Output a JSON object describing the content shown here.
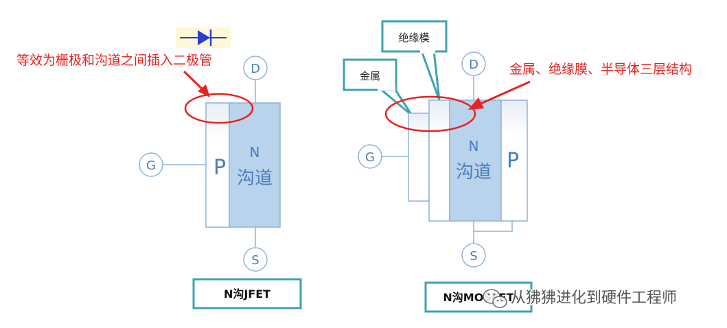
{
  "jfet": {
    "annotation": "等效为栅极和沟道之间插入二极管",
    "p_label": "P",
    "n_label": "N",
    "channel_label": "沟道",
    "terminal_d": "D",
    "terminal_g": "G",
    "terminal_s": "S",
    "caption": "N沟JFET"
  },
  "mosfet": {
    "callout_metal": "金属",
    "callout_insulator": "绝缘模",
    "annotation": "金属、绝缘膜、半导体三层结构",
    "n_label": "N",
    "channel_label": "沟道",
    "p_label": "P",
    "terminal_d": "D",
    "terminal_g": "G",
    "terminal_s": "S",
    "caption": "N沟MOSFET"
  },
  "watermark": "从狒狒进化到硬件工程师",
  "colors": {
    "red": "#e8231f",
    "teal": "#3ba3b0",
    "blue_text": "#4a7dbd",
    "n_fill": "#b9d3ec",
    "diode": "#2a3fcf"
  }
}
